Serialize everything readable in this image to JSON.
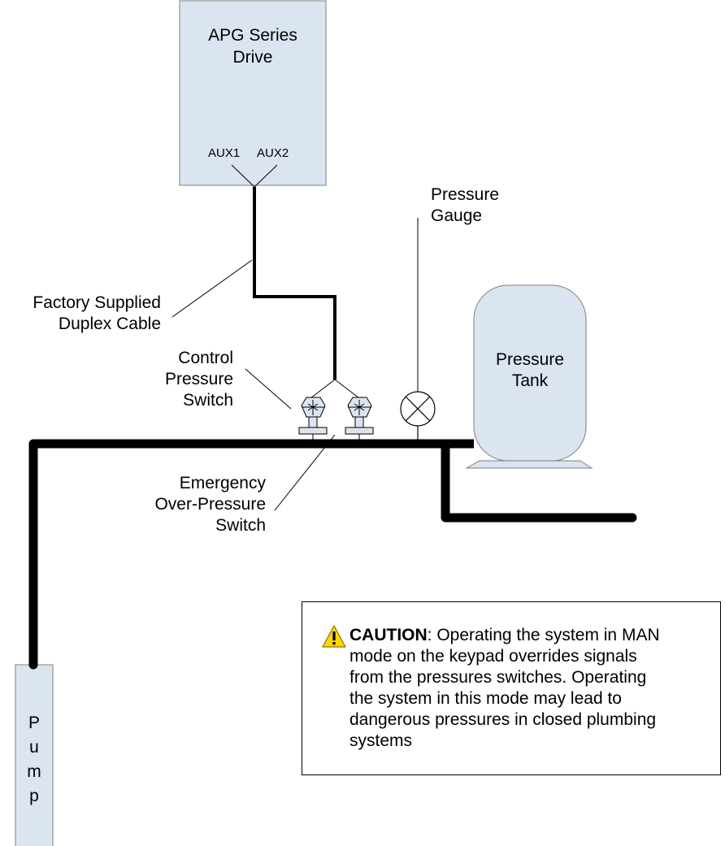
{
  "drive": {
    "title_line1": "APG Series",
    "title_line2": "Drive",
    "aux1": "AUX1",
    "aux2": "AUX2"
  },
  "labels": {
    "pressure_gauge_line1": "Pressure",
    "pressure_gauge_line2": "Gauge",
    "cable_line1": "Factory Supplied",
    "cable_line2": "Duplex Cable",
    "control_switch_line1": "Control",
    "control_switch_line2": "Pressure",
    "control_switch_line3": "Switch",
    "emergency_switch_line1": "Emergency",
    "emergency_switch_line2": "Over-Pressure",
    "emergency_switch_line3": "Switch",
    "tank_line1": "Pressure",
    "tank_line2": "Tank",
    "pump_letters": [
      "P",
      "u",
      "m",
      "p"
    ]
  },
  "caution": {
    "icon": "warning-triangle-icon",
    "keyword": "CAUTION",
    "line1_rest": ": Operating the system in MAN",
    "line2": "mode on the keypad overrides signals",
    "line3": "from the pressures switches.  Operating",
    "line4": "the system in this mode may lead to",
    "line5": "dangerous pressures in closed plumbing",
    "line6": "systems"
  },
  "colors": {
    "component_fill": "#dbe5f1",
    "pipe": "#000000",
    "warning_yellow": "#ffd700"
  }
}
